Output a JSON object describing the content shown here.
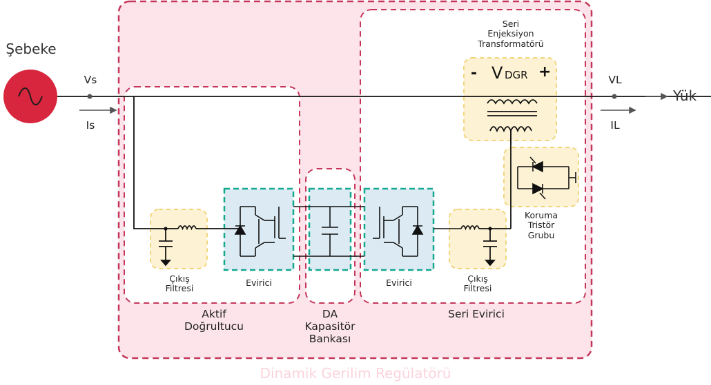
{
  "title_main": "Dinamik Gerilim Regülatörü",
  "source_label": "Şebeke",
  "load_label": "Yük",
  "voltage_in": "Vs",
  "current_in": "Is",
  "voltage_out": "VL",
  "current_out": "IL",
  "transformer_title": "Seri\nEnjeksiyon\nTransformatörü",
  "vdgr": {
    "minus": "-",
    "main": "V",
    "sub": "DGR",
    "plus": "+"
  },
  "blocks": {
    "filter_left": "Çıkış\nFiltresi",
    "inverter_left": "Evirici",
    "inverter_right": "Evirici",
    "filter_right": "Çıkış\nFiltresi",
    "thyristor": "Koruma\nTristör\nGrubu"
  },
  "groups": {
    "active_rectifier": "Aktif\nDoğrultucu",
    "dc_bank": "DA\nKapasitör\nBankası",
    "series_inverter": "Seri Evirici"
  },
  "colors": {
    "outer_fill": "#fce4ea",
    "dashed_red": "#c5365a",
    "source_red": "#d7263d",
    "filter_yellow": "#fdf3d4",
    "filter_dash": "#f1d57e",
    "inverter_blue": "#dcebf3",
    "inverter_dash": "#14a88f"
  }
}
